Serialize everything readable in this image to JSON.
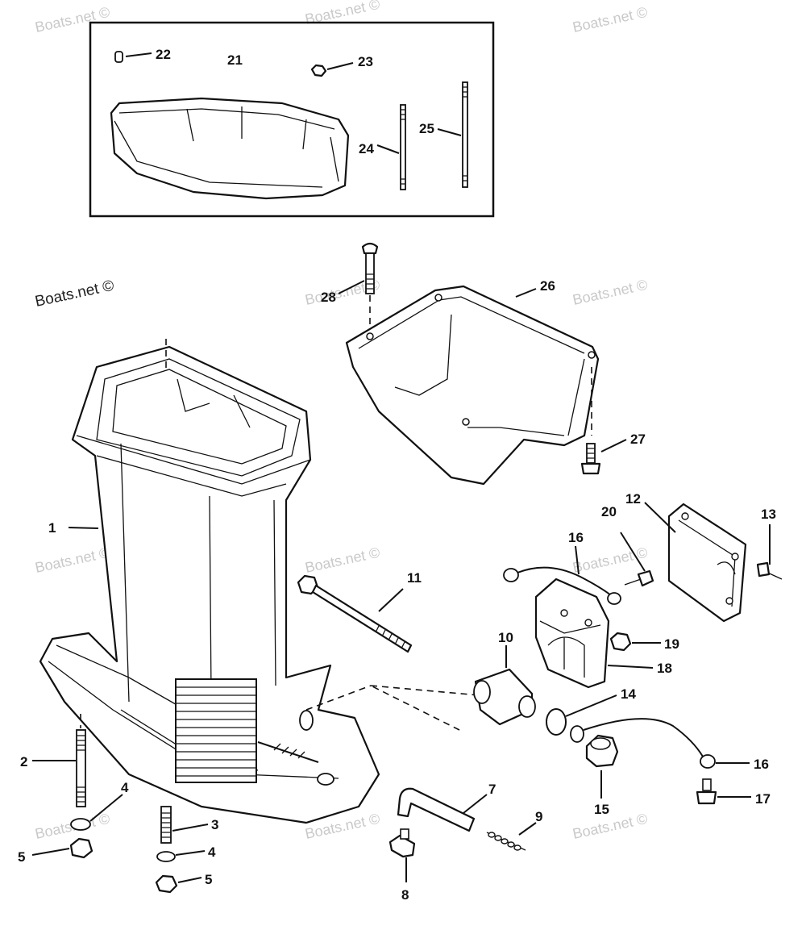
{
  "watermark": "Boats.net ©",
  "callouts": {
    "c1": "1",
    "c2": "2",
    "c3": "3",
    "c4a": "4",
    "c4b": "4",
    "c5a": "5",
    "c5b": "5",
    "c7": "7",
    "c8": "8",
    "c9": "9",
    "c10": "10",
    "c11": "11",
    "c12": "12",
    "c13": "13",
    "c14": "14",
    "c15": "15",
    "c16a": "16",
    "c16b": "16",
    "c17": "17",
    "c18": "18",
    "c19": "19",
    "c20": "20",
    "c21": "21",
    "c22": "22",
    "c23": "23",
    "c24": "24",
    "c25": "25",
    "c26": "26",
    "c27": "27",
    "c28": "28"
  }
}
